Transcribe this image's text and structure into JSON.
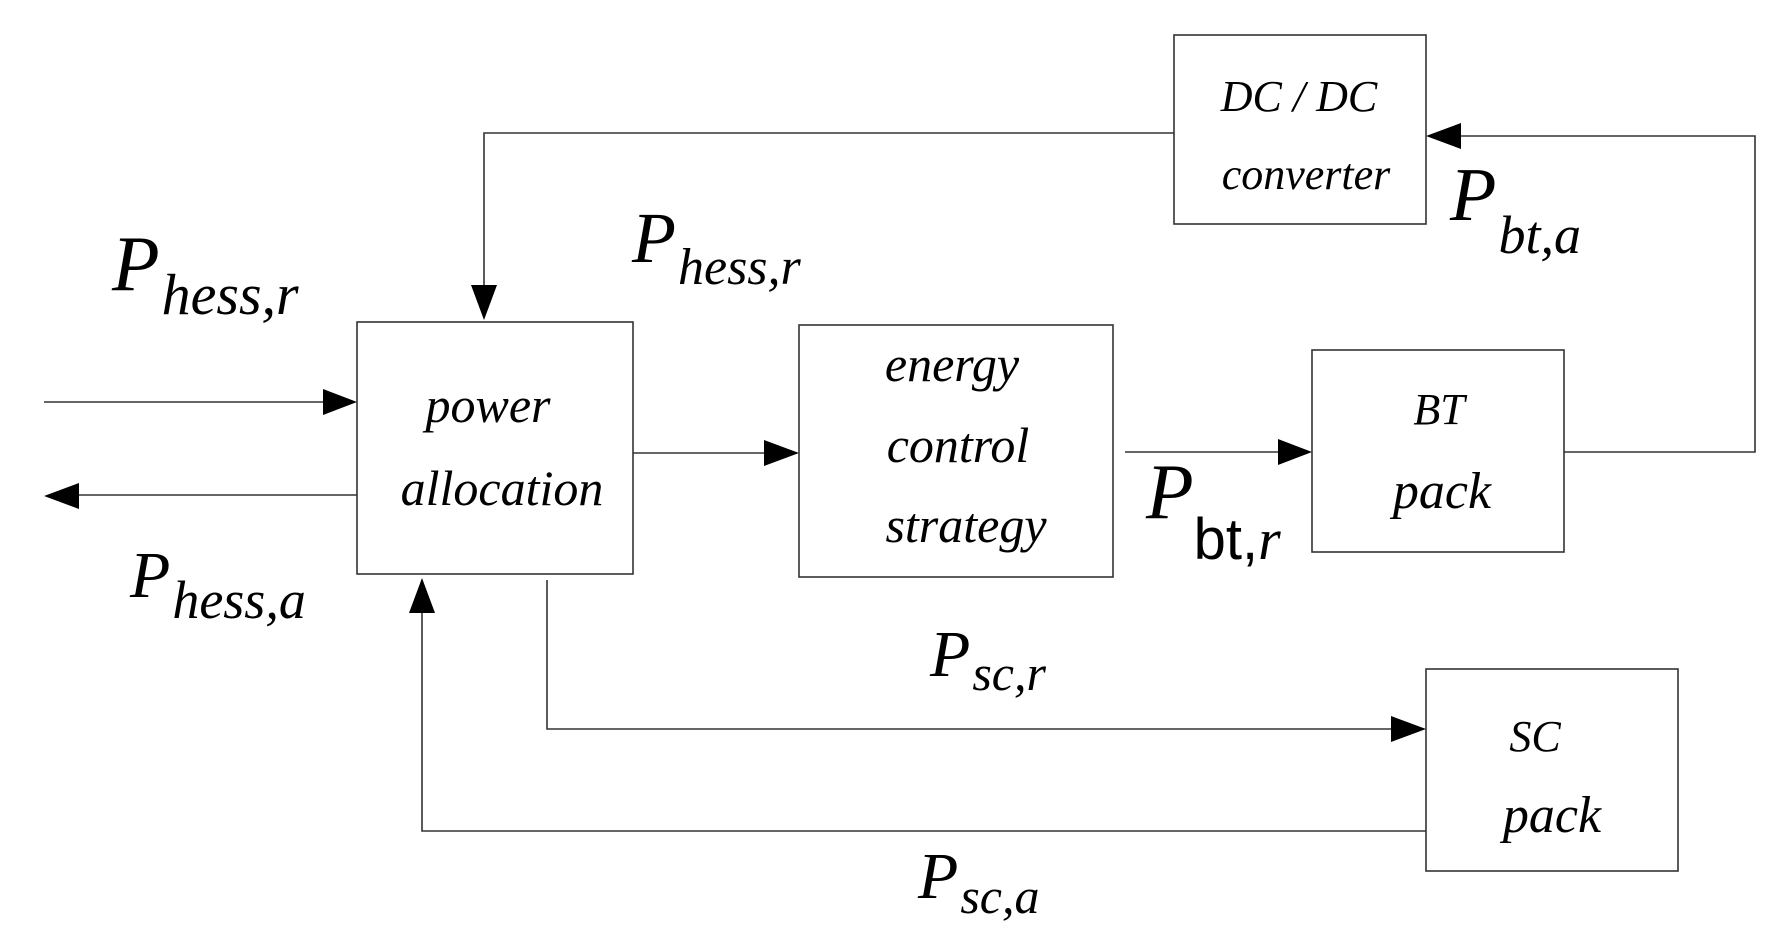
{
  "blocks": {
    "power_allocation": [
      "power",
      "allocation"
    ],
    "energy_control": [
      "energy",
      "control",
      "strategy"
    ],
    "bt_pack": [
      "BT",
      "pack"
    ],
    "sc_pack": [
      "SC",
      "pack"
    ],
    "dcdc": [
      "DC / DC",
      "converter"
    ]
  },
  "signals": {
    "p_hess_r_in": {
      "base": "P",
      "sub": "hess,r"
    },
    "p_hess_a_out": {
      "base": "P",
      "sub": "hess,a"
    },
    "p_hess_r_mid": {
      "base": "P",
      "sub": "hess,r"
    },
    "p_bt_r": {
      "base": "P",
      "sub_roman": "bt,",
      "sub_italic": "r"
    },
    "p_bt_a": {
      "base": "P",
      "sub": "bt,a"
    },
    "p_sc_r": {
      "base": "P",
      "sub": "sc,r"
    },
    "p_sc_a": {
      "base": "P",
      "sub": "sc,a"
    }
  }
}
